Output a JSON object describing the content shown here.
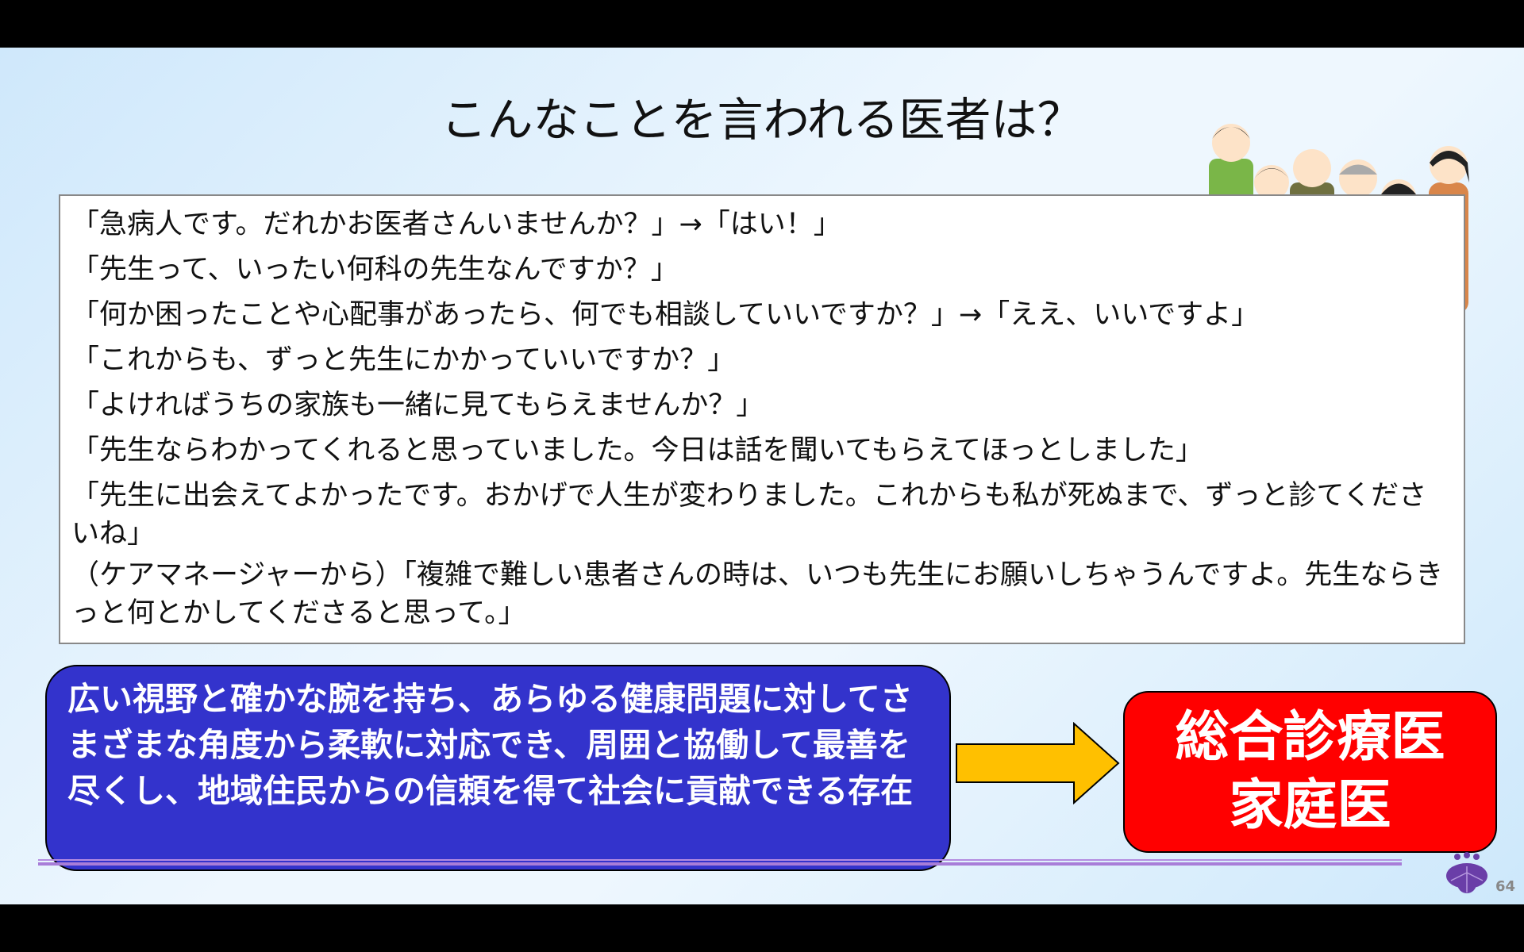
{
  "title": "こんなことを言われる医者は？",
  "quotes": [
    "「急病人です。だれかお医者さんいませんか？」→「はい！」",
    "「先生って、いったい何科の先生なんですか？」",
    "「何か困ったことや心配事があったら、何でも相談していいですか？」→「ええ、いいですよ」",
    "「これからも、ずっと先生にかかっていいですか？」",
    "「よければうちの家族も一緒に見てもらえませんか？」",
    "「先生ならわかってくれると思っていました。今日は話を聞いてもらえてほっとしました」",
    "「先生に出会えてよかったです。おかげで人生が変わりました。これからも私が死ぬまで、ずっと診てくださいね」",
    "（ケアマネージャーから）「複雑で難しい患者さんの時は、いつも先生にお願いしちゃうんですよ。先生ならきっと何とかしてくださると思って。」"
  ],
  "summary": "広い視野と確かな腕を持ち、あらゆる健康問題に対してさまざまな角度から柔軟に対応でき、周囲と協働して最善を尽くし、地域住民からの信頼を得て社会に貢献できる存在",
  "result": {
    "line1": "総合診療医",
    "line2": "家庭医"
  },
  "page_number": "64",
  "colors": {
    "summary_bg": "#3333cc",
    "result_bg": "#ff0000",
    "arrow": "#ffc000"
  }
}
